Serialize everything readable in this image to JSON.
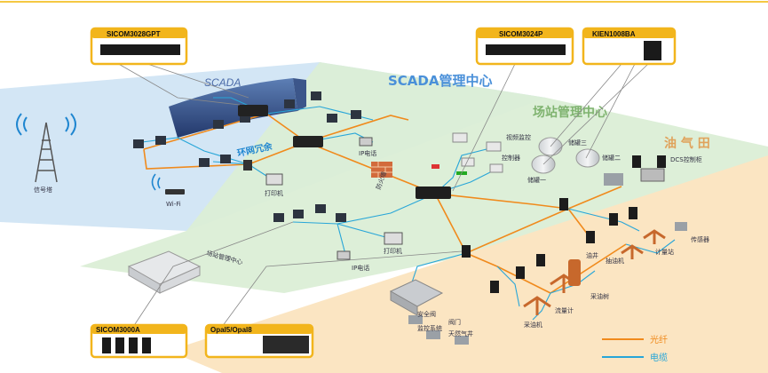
{
  "zones": {
    "scada_center": "SCADA管理中心",
    "station_center": "场站管理中心",
    "oilfield": "油 气 田"
  },
  "scada_wall": "SCADA",
  "ring_label": "环网冗余",
  "products": {
    "p1": "SICOM3028GPT",
    "p2": "SICOM3024P",
    "p3": "KIEN1008BA",
    "p4": "SICOM3000A",
    "p5": "Opal5/Opal8"
  },
  "devices": {
    "tower": "信号塔",
    "wifi": "Wi-Fi",
    "printer_scada": "打印机",
    "ip_phone_scada": "IP电话",
    "fire": "防火墙",
    "video": "视频监控",
    "controller": "控制器",
    "station_mgmt": "场站管理中心",
    "ip_phone_station": "IP电话",
    "printer_station": "打印机",
    "tank1": "储罐一",
    "tank2": "储罐二",
    "tank3": "储罐三",
    "dcs": "DCS控制柜",
    "pump1": "采油机",
    "pump2": "抽油机",
    "safety": "安全阀",
    "fire_monitor": "监控系统",
    "valve": "阀门",
    "gas": "天然气井",
    "detector": "流量计",
    "well1": "采油树",
    "meter": "计量站",
    "well2": "油井",
    "sensor": "传感器"
  },
  "legend": {
    "fiber": "光纤",
    "cable": "电缆"
  },
  "colors": {
    "fiber": "#f08a1c",
    "cable": "#28a6d8",
    "scada_zone": "#cfe3f3",
    "station_zone": "#d9ecd2",
    "oil_zone": "#fbe6c6",
    "product_border": "#f2b51c",
    "zone_text_blue": "#4a90d9",
    "zone_text_green": "#7fb36f",
    "zone_text_orange": "#e0a25a"
  }
}
